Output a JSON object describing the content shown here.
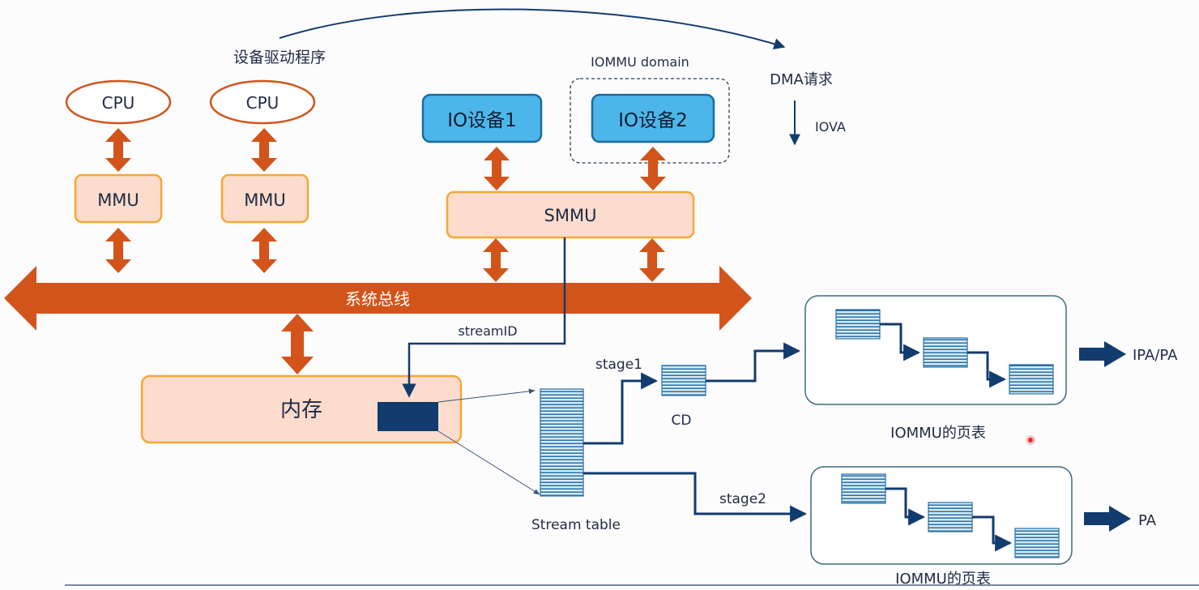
{
  "labels": {
    "driver": "设备驱动程序",
    "dma_request": "DMA请求",
    "iova": "IOVA",
    "iommu_domain": "IOMMU domain",
    "cpu1": "CPU",
    "cpu2": "CPU",
    "mmu1": "MMU",
    "mmu2": "MMU",
    "io_device1": "IO设备1",
    "io_device2": "IO设备2",
    "smmu": "SMMU",
    "system_bus": "系统总线",
    "memory": "内存",
    "stream_id": "streamID",
    "stream_table": "Stream table",
    "stage1": "stage1",
    "stage2": "stage2",
    "cd": "CD",
    "page_table_1": "IOMMU的页表",
    "page_table_2": "IOMMU的页表",
    "output_1": "IPA/PA",
    "output_2": "PA"
  },
  "colors": {
    "orange": "#d2541a",
    "orange_border": "#f5a836",
    "orange_fill": "#fcdccd",
    "blue_fill": "#4cb6ea",
    "navy": "#123b6e",
    "teal_border": "#3e6a7b",
    "text": "#1f2a44"
  }
}
